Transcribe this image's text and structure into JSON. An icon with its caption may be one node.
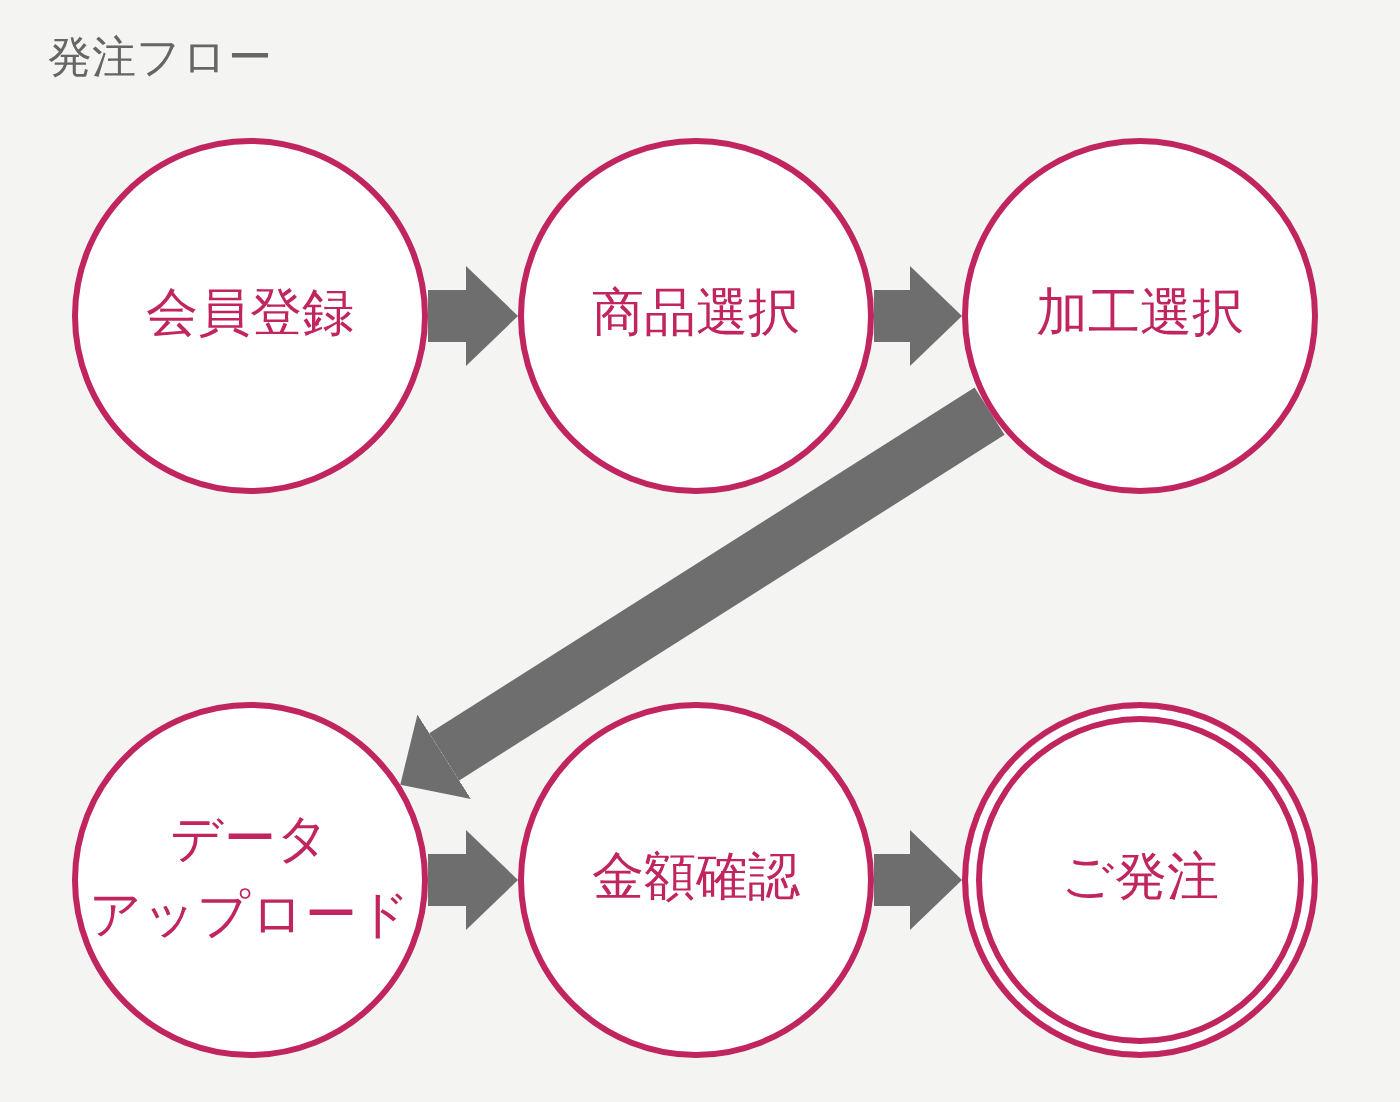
{
  "diagram": {
    "title": "発注フロー",
    "nodes": [
      {
        "text": [
          "会員登録"
        ]
      },
      {
        "text": [
          "商品選択"
        ]
      },
      {
        "text": [
          "加工選択"
        ]
      },
      {
        "text": [
          "データアップロード"
        ]
      },
      {
        "text": [
          "金額確認"
        ]
      },
      {
        "text": [
          "ご発注"
        ]
      }
    ],
    "edges": [
      {
        "from": 0,
        "to": 1,
        "arrow": "to"
      },
      {
        "from": 1,
        "to": 2,
        "arrow": "to"
      },
      {
        "from": 2,
        "to": 3,
        "arrow": "to"
      },
      {
        "from": 3,
        "to": 4,
        "arrow": "to"
      },
      {
        "from": 4,
        "to": 5,
        "arrow": "to"
      }
    ]
  }
}
